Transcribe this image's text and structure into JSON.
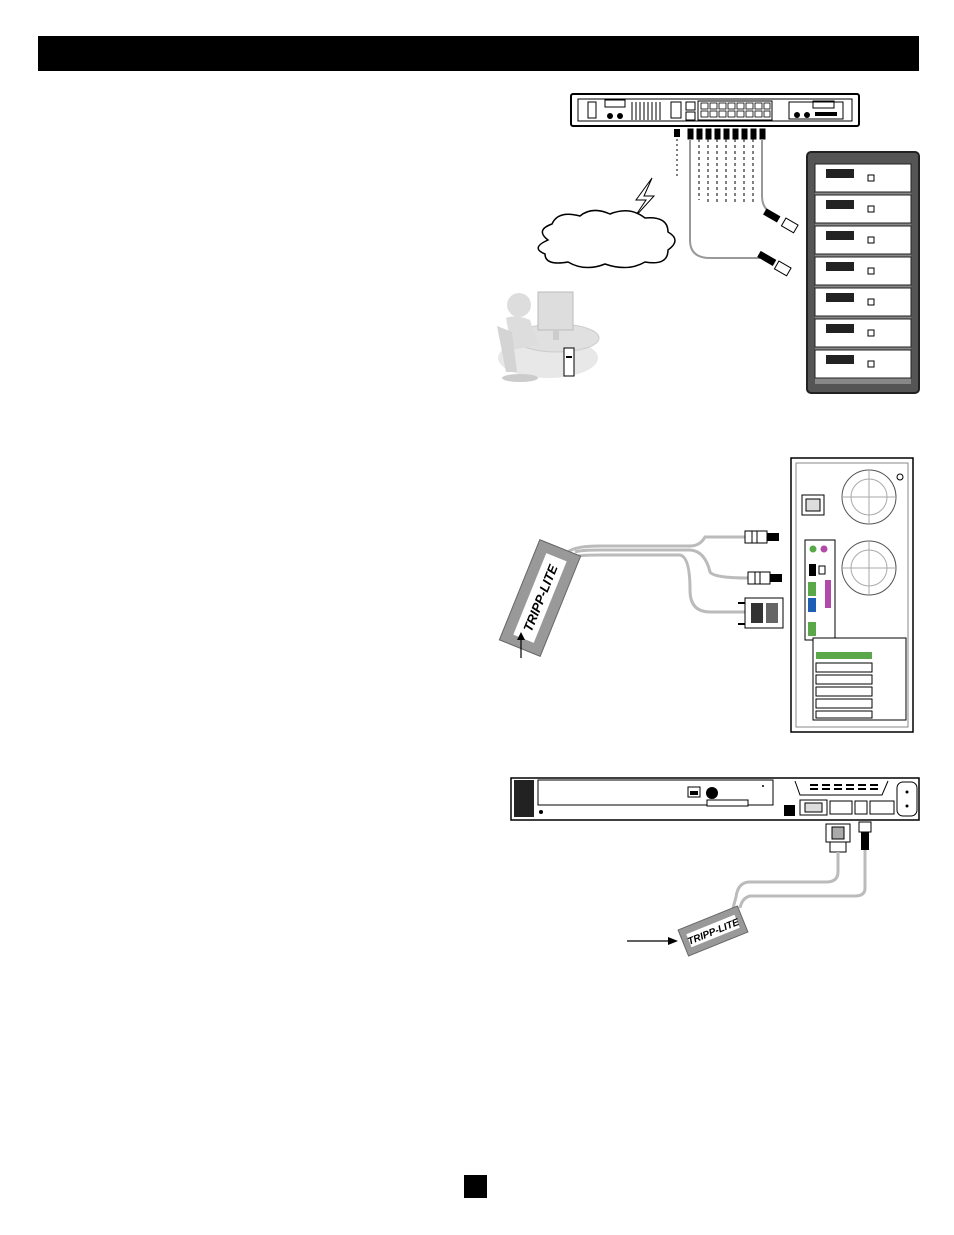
{
  "page": {
    "page_number": "",
    "colors": {
      "header": "#000000",
      "line": "#000000",
      "cable": "#bdbdbd",
      "green": "#5aa84a",
      "purple": "#b24aa8"
    }
  },
  "diagram_1": {
    "name": "network-kvm-setup"
  },
  "diagram_2": {
    "dongle_logo": "TRIPP-LITE"
  },
  "diagram_3": {
    "dongle_logo": "TRIPP-LITE"
  }
}
